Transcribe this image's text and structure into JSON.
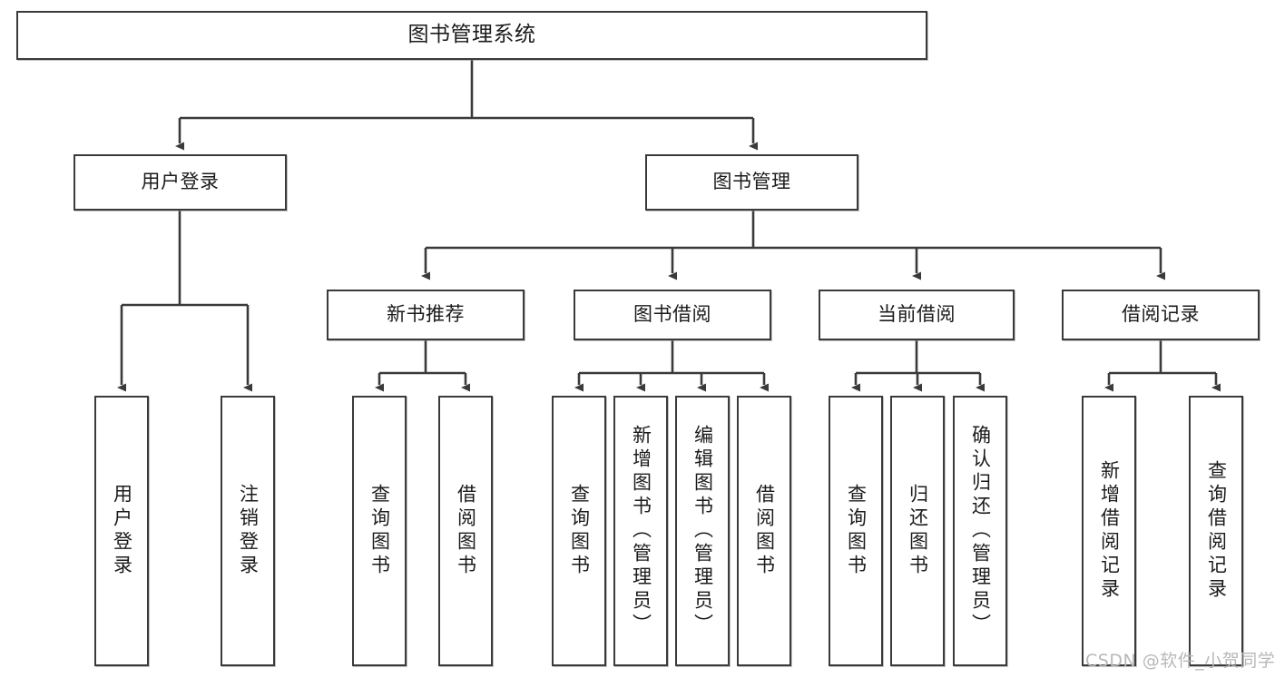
{
  "diagram": {
    "title": "图书管理系统",
    "type": "hierarchy-tree",
    "watermark": "CSDN @软件_小贺同学",
    "colors": {
      "box_border": "#3a3a3a",
      "box_fill": "#ffffff",
      "connector": "#3a3a3a",
      "text": "#1b1b1b",
      "watermark": "#b8b8b8",
      "background": "#ffffff"
    },
    "levels": {
      "root": {
        "label": "图书管理系统"
      },
      "level2": [
        {
          "label": "用户登录"
        },
        {
          "label": "图书管理"
        }
      ],
      "level3": [
        {
          "label": "新书推荐"
        },
        {
          "label": "图书借阅"
        },
        {
          "label": "当前借阅"
        },
        {
          "label": "借阅记录"
        }
      ],
      "leaves": {
        "user_login": [
          {
            "label": "用户登录"
          },
          {
            "label": "注销登录"
          }
        ],
        "new_book_recommend": [
          {
            "label": "查询图书"
          },
          {
            "label": "借阅图书"
          }
        ],
        "book_borrow": [
          {
            "label": "查询图书"
          },
          {
            "label": "新增图书（管理员）"
          },
          {
            "label": "编辑图书（管理员）"
          },
          {
            "label": "借阅图书"
          }
        ],
        "current_borrow": [
          {
            "label": "查询图书"
          },
          {
            "label": "归还图书"
          },
          {
            "label": "确认归还（管理员）"
          }
        ],
        "borrow_record": [
          {
            "label": "新增借阅记录"
          },
          {
            "label": "查询借阅记录"
          }
        ]
      }
    }
  }
}
